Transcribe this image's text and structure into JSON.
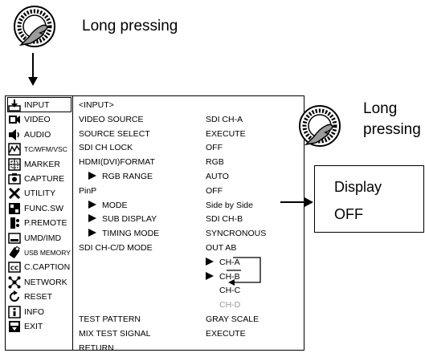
{
  "top": {
    "long_pressing_label": "Long pressing"
  },
  "right": {
    "long_label": "Long",
    "pressing_label": "pressing",
    "display_box": {
      "line1": "Display",
      "line2": "OFF"
    }
  },
  "sidebar": {
    "items": [
      {
        "label": "INPUT",
        "icon": "input-icon",
        "small": false
      },
      {
        "label": "VIDEO",
        "icon": "video-icon",
        "small": false
      },
      {
        "label": "AUDIO",
        "icon": "audio-icon",
        "small": false
      },
      {
        "label": "TC/WFM/VSC",
        "icon": "tc-wfm-vsc-icon",
        "small": true
      },
      {
        "label": "MARKER",
        "icon": "marker-icon",
        "small": false
      },
      {
        "label": "CAPTURE",
        "icon": "capture-icon",
        "small": false
      },
      {
        "label": "UTILITY",
        "icon": "utility-icon",
        "small": false
      },
      {
        "label": "FUNC.SW",
        "icon": "func-sw-icon",
        "small": false
      },
      {
        "label": "P.REMOTE",
        "icon": "p-remote-icon",
        "small": false
      },
      {
        "label": "UMD/IMD",
        "icon": "umd-imd-icon",
        "small": false
      },
      {
        "label": "USB MEMORY",
        "icon": "usb-memory-icon",
        "small": true
      },
      {
        "label": "C.CAPTION",
        "icon": "c-caption-icon",
        "small": false
      },
      {
        "label": "NETWORK",
        "icon": "network-icon",
        "small": false
      },
      {
        "label": "RESET",
        "icon": "reset-icon",
        "small": false
      },
      {
        "label": "INFO",
        "icon": "info-icon",
        "small": false
      },
      {
        "label": "EXIT",
        "icon": "exit-icon",
        "small": false
      }
    ]
  },
  "menu": {
    "rows": [
      {
        "label": "<INPUT>",
        "value": "",
        "arrow": false
      },
      {
        "label": "VIDEO SOURCE",
        "value": "SDI CH-A",
        "arrow": false
      },
      {
        "label": "SOURCE SELECT",
        "value": "EXECUTE",
        "arrow": false
      },
      {
        "label": "SDI CH LOCK",
        "value": "OFF",
        "arrow": false
      },
      {
        "label": "HDMI(DVI)FORMAT",
        "value": "RGB",
        "arrow": false
      },
      {
        "label": "RGB RANGE",
        "value": "AUTO",
        "arrow": true
      },
      {
        "label": "PinP",
        "value": "OFF",
        "arrow": false
      },
      {
        "label": "MODE",
        "value": "Side by Side",
        "arrow": true
      },
      {
        "label": "SUB DISPLAY",
        "value": "SDI CH-B",
        "arrow": true
      },
      {
        "label": "TIMING MODE",
        "value": "SYNCRONOUS",
        "arrow": true
      },
      {
        "label": "SDI CH-C/D MODE",
        "value": "OUT AB",
        "arrow": false
      }
    ],
    "channels": [
      {
        "label": "CH-A",
        "arrow": true,
        "gray": false
      },
      {
        "label": "CH-B",
        "arrow": true,
        "gray": false
      },
      {
        "label": "CH-C",
        "arrow": false,
        "gray": false
      },
      {
        "label": "CH-D",
        "arrow": false,
        "gray": true
      }
    ],
    "bottom_rows": [
      {
        "label": "TEST PATTERN",
        "value": "GRAY SCALE"
      },
      {
        "label": "MIX TEST SIGNAL",
        "value": "EXECUTE"
      },
      {
        "label": "RETURN",
        "value": ""
      }
    ]
  }
}
